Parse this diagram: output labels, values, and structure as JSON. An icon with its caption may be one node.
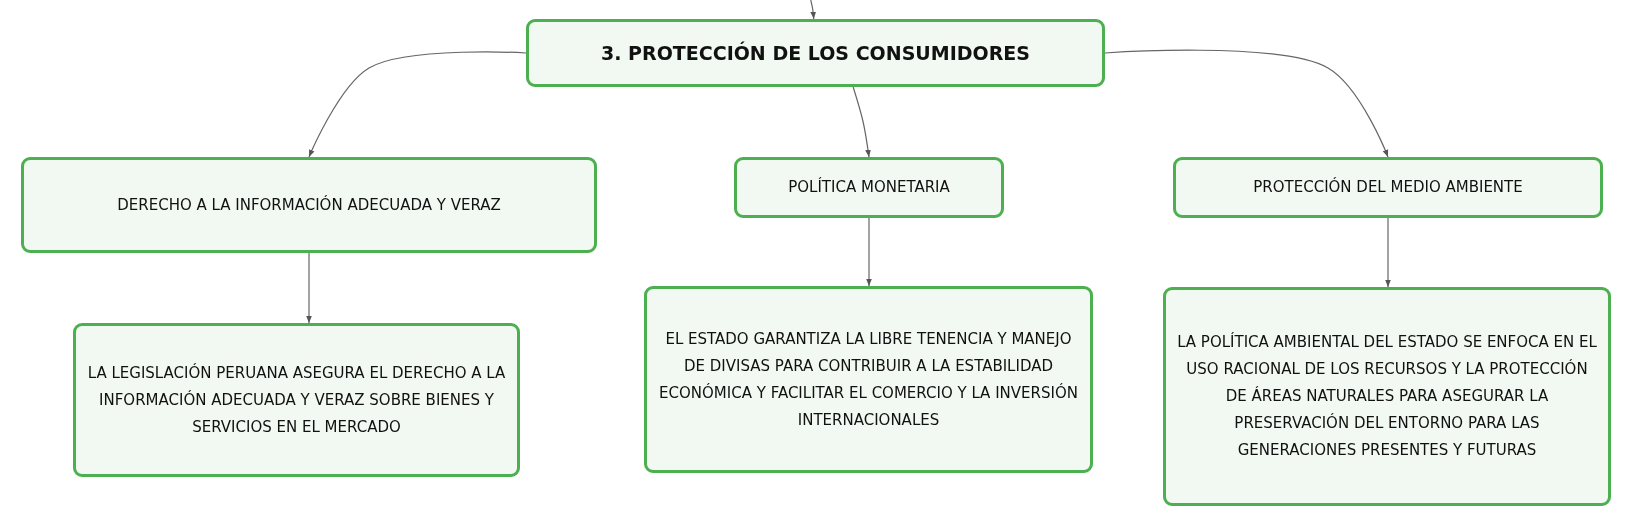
{
  "diagram": {
    "nodes": [
      {
        "text": [
          "3. PROTECCIÓN DE LOS CONSUMIDORES"
        ]
      },
      {
        "text": [
          "DERECHO A LA INFORMACIÓN ADECUADA Y VERAZ"
        ]
      },
      {
        "text": [
          "POLÍTICA MONETARIA"
        ]
      },
      {
        "text": [
          "PROTECCIÓN DEL MEDIO AMBIENTE"
        ]
      },
      {
        "text": [
          "LA LEGISLACIÓN PERUANA ASEGURA EL DERECHO A LA INFORMACIÓN ADECUADA Y VERAZ SOBRE BIENES Y SERVICIOS EN EL MERCADO"
        ]
      },
      {
        "text": [
          "EL ESTADO GARANTIZA LA LIBRE TENENCIA Y MANEJO DE DIVISAS PARA CONTRIBUIR A LA ESTABILIDAD ECONÓMICA Y FACILITAR EL COMERCIO Y LA INVERSIÓN INTERNACIONALES"
        ]
      },
      {
        "text": [
          "LA POLÍTICA AMBIENTAL DEL ESTADO SE ENFOCA EN EL USO RACIONAL DE LOS RECURSOS Y LA PROTECCIÓN DE ÁREAS NATURALES PARA ASEGURAR LA PRESERVACIÓN DEL ENTORNO PARA LAS GENERACIONES PRESENTES Y FUTURAS"
        ]
      }
    ],
    "edges": [
      {
        "from": null,
        "to": 0,
        "arrow": "to"
      },
      {
        "from": 0,
        "to": 1,
        "arrow": "to"
      },
      {
        "from": 0,
        "to": 2,
        "arrow": "to"
      },
      {
        "from": 0,
        "to": 3,
        "arrow": "to"
      },
      {
        "from": 1,
        "to": 4,
        "arrow": "to"
      },
      {
        "from": 2,
        "to": 5,
        "arrow": "to"
      },
      {
        "from": 3,
        "to": 6,
        "arrow": "to"
      }
    ]
  }
}
